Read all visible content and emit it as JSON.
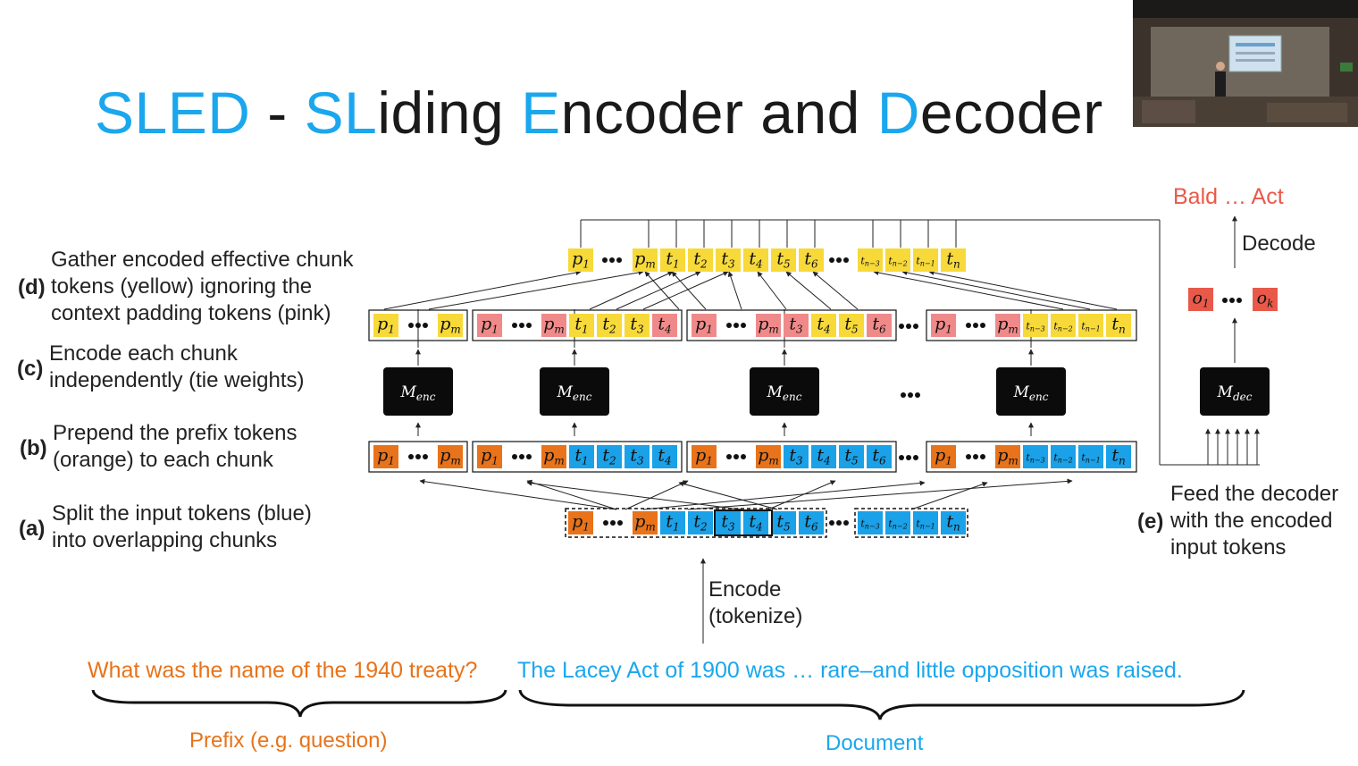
{
  "title": {
    "parts": [
      "SL",
      "ED",
      " - ",
      "SL",
      "iding ",
      "E",
      "ncoder and ",
      "D",
      "ecoder"
    ]
  },
  "steps": {
    "a": {
      "letter": "(a)",
      "text_line1": "Split the input tokens (blue)",
      "text_line2": "into overlapping chunks"
    },
    "b": {
      "letter": "(b)",
      "text_line1": "Prepend the prefix tokens",
      "text_line2": "(orange) to each chunk"
    },
    "c": {
      "letter": "(c)",
      "text_line1": "Encode each chunk",
      "text_line2": "independently (tie weights)"
    },
    "d": {
      "letter": "(d)",
      "text_line1": "Gather encoded effective chunk",
      "text_line2": "tokens (yellow) ignoring the",
      "text_line3": "context padding tokens (pink)"
    },
    "e": {
      "letter": "(e)",
      "text_line1": "Feed the decoder",
      "text_line2": "with the encoded",
      "text_line3": "input tokens"
    }
  },
  "encoder_label": "M",
  "encoder_sub": "enc",
  "decoder_label": "M",
  "decoder_sub": "dec",
  "encode_label_line1": "Encode",
  "encode_label_line2": "(tokenize)",
  "decode_label": "Decode",
  "output_text": "Bald … Act",
  "question_text": "What was the name of the 1940 treaty?",
  "document_text": "The Lacey Act of 1900 was … rare–and little opposition was raised.",
  "prefix_label": "Prefix (e.g. question)",
  "document_label": "Document",
  "colors": {
    "accent_blue": "#1aa7ee",
    "prefix_orange": "#e8731a",
    "yellow": "#f7d93a",
    "pink": "#f08a8a",
    "token_blue": "#1aa1e8",
    "output_red": "#e8594a"
  }
}
